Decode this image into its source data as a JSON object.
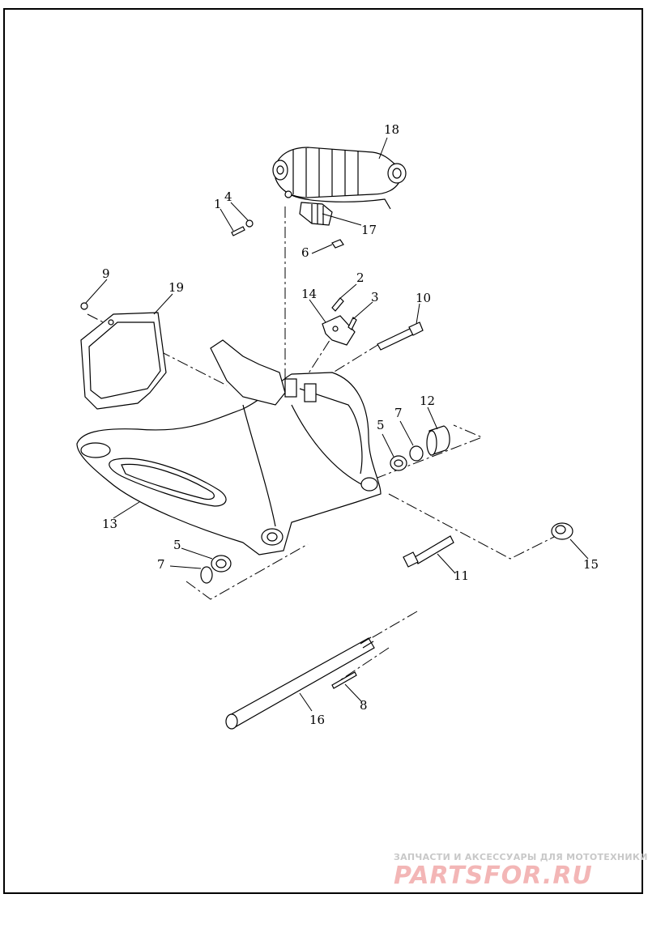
{
  "callouts": {
    "c1": "1",
    "c2": "2",
    "c3": "3",
    "c4": "4",
    "c5a": "5",
    "c5b": "5",
    "c6": "6",
    "c7a": "7",
    "c7b": "7",
    "c8": "8",
    "c9": "9",
    "c10": "10",
    "c11": "11",
    "c12": "12",
    "c13": "13",
    "c14": "14",
    "c15": "15",
    "c16": "16",
    "c17": "17",
    "c18": "18",
    "c19": "19"
  },
  "watermark": {
    "caption": "ЗАПЧАСТИ И АКСЕССУАРЫ ДЛЯ МОТОТЕХНИКИ",
    "logo": "PARTSFOR.RU"
  },
  "colors": {
    "line": "#000000",
    "watermark_caption": "#c8c8c8",
    "watermark_logo": "#f3b6b6"
  }
}
